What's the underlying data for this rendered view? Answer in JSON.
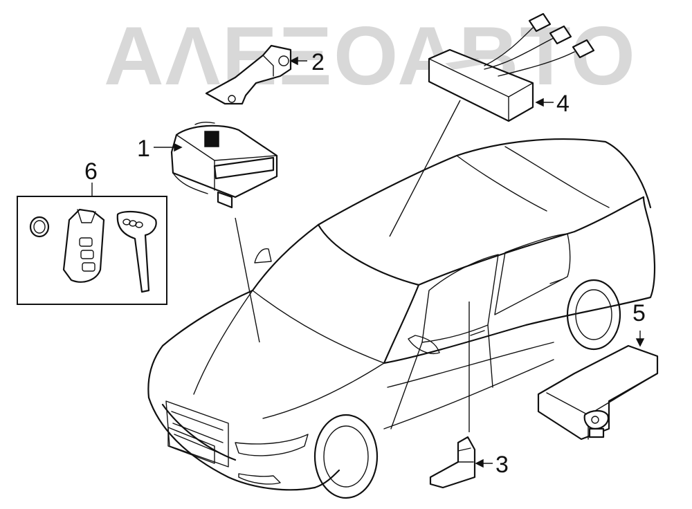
{
  "watermark": {
    "text": "ΑΛΕΞΟΑΒΤΟ"
  },
  "callouts": [
    "1",
    "2",
    "3",
    "4",
    "5",
    "6"
  ]
}
